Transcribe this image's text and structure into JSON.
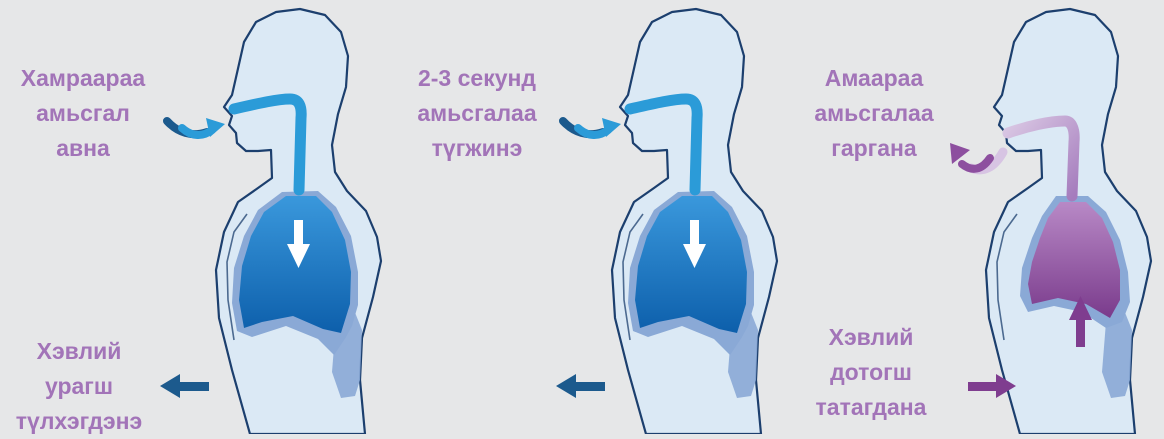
{
  "panels": [
    {
      "top_label": [
        "Хамраараа",
        "амьсгал",
        "авна"
      ],
      "bottom_label": [
        "Хэвлий",
        "урагш",
        "түлхэгдэнэ"
      ]
    },
    {
      "top_label": [
        "2-3 секунд",
        "амьсгалаа",
        "түгжинэ"
      ]
    },
    {
      "top_label": [
        "Амаараа",
        "амьсгалаа",
        "гаргана"
      ],
      "bottom_label": [
        "Хэвлий",
        "дотогш",
        "татагдана"
      ]
    }
  ],
  "colors": {
    "background": "#e6e7e8",
    "label_text": "#a274b8",
    "body_fill": "#dbe9f5",
    "body_outline": "#1c3f6e",
    "inhale_airway": "#2b9bd8",
    "inhale_lung": "#1a72bf",
    "exhale_airway": "#b995cc",
    "exhale_lung": "#8d4f9f",
    "belly_arrow_out": "#1c5a8d",
    "belly_arrow_in": "#7f3d8f"
  }
}
